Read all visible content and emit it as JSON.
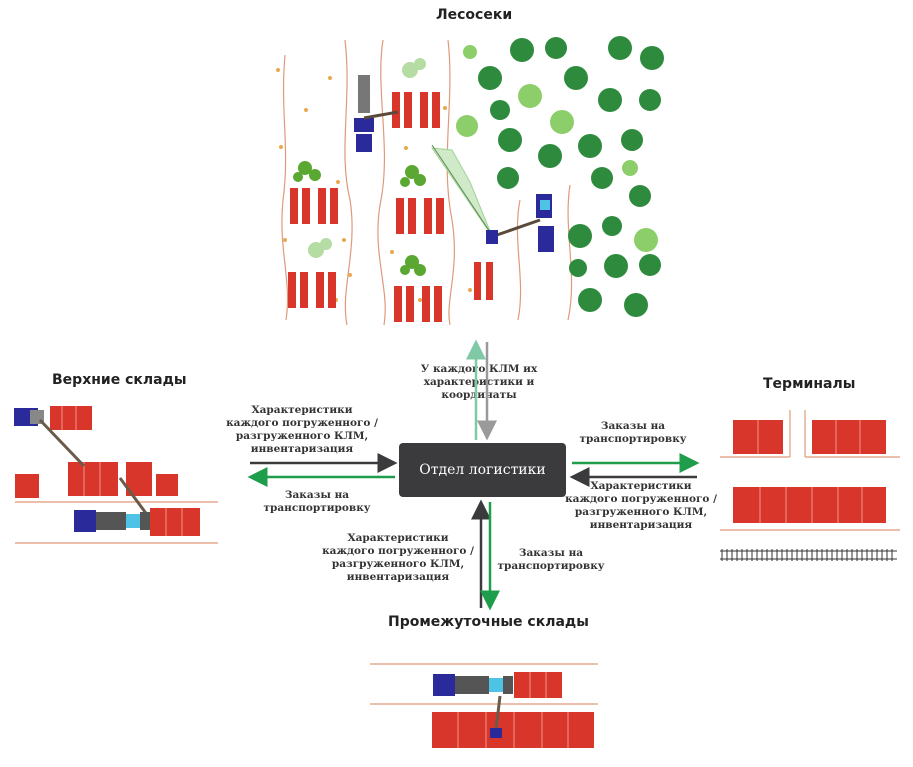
{
  "titles": {
    "cutting_areas": "Лесосеки",
    "upper_warehouses": "Верхние склады",
    "terminals": "Терминалы",
    "intermediate_warehouses": "Промежуточные склады"
  },
  "center": {
    "label": "Отдел логистики"
  },
  "labels": {
    "top_info": [
      "У каждого КЛМ их",
      "характеристики и",
      "координаты"
    ],
    "left_characteristics": [
      "Характеристики",
      "каждого погруженного /",
      "разгруженного КЛМ,",
      "инвентаризация"
    ],
    "left_orders": [
      "Заказы на",
      "транспортировку"
    ],
    "right_orders": [
      "Заказы на",
      "транспортировку"
    ],
    "right_characteristics": [
      "Характеристики",
      "каждого погруженного /",
      "разгруженного КЛМ,",
      "инвентаризация"
    ],
    "bottom_characteristics": [
      "Характеристики",
      "каждого погруженного /",
      "разгруженного КЛМ,",
      "инвентаризация"
    ],
    "bottom_orders": [
      "Заказы на",
      "транспортировку"
    ]
  },
  "colors": {
    "dark_arrow": "#3b3b3d",
    "green_arrow": "#1e9e4a",
    "light_arrow": "#7fc9a6",
    "gray_arrow": "#9a9a9a",
    "log_red": "#d9362b",
    "tree_dark": "#2e8b3e",
    "tree_light": "#8ccf6a",
    "machine_blue": "#2a2a9a",
    "road_line": "#e0997a"
  }
}
